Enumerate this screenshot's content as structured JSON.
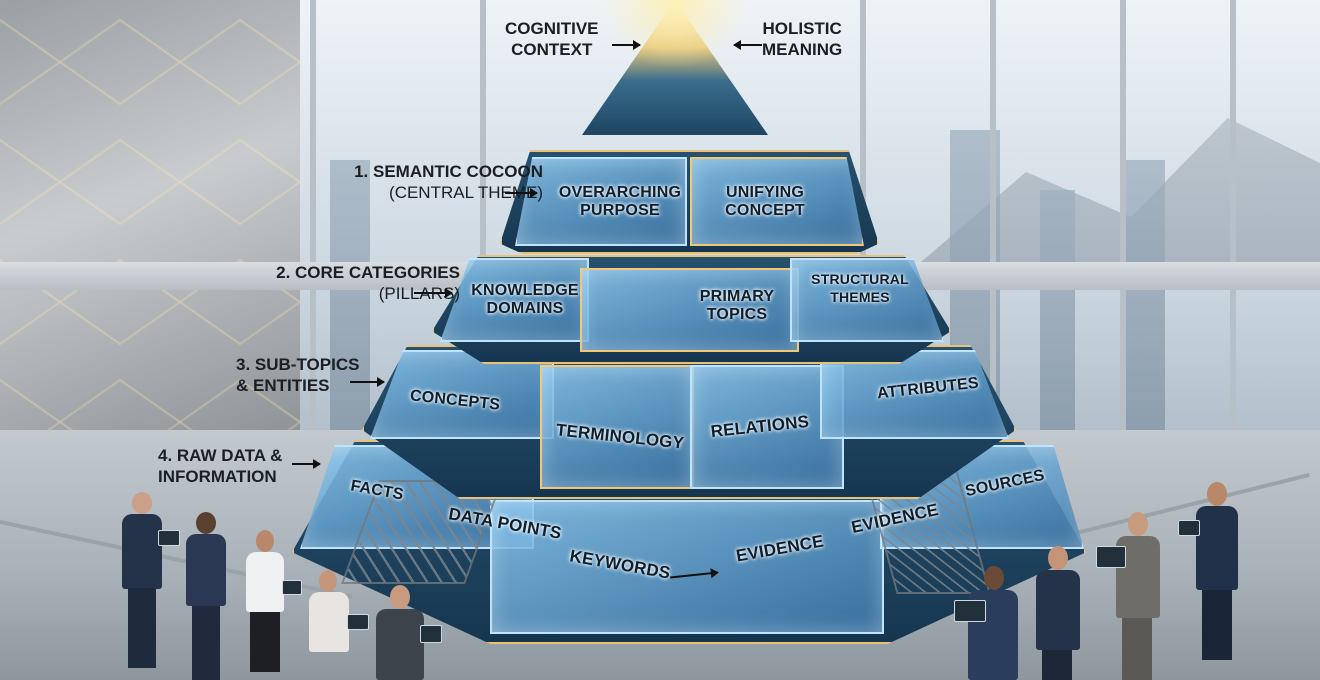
{
  "top_labels": {
    "left": [
      "COGNITIVE",
      "CONTEXT"
    ],
    "right": [
      "HOLISTIC",
      "MEANING"
    ]
  },
  "levels": [
    {
      "title": "1. SEMANTIC COCOON",
      "subtitle": "(CENTRAL THEME)"
    },
    {
      "title": "2. CORE CATEGORIES",
      "subtitle": "(PILLARS)"
    },
    {
      "title": "3. SUB-TOPICS",
      "subtitle": "& ENTITIES"
    },
    {
      "title": "4. RAW DATA &",
      "subtitle": "INFORMATION"
    }
  ],
  "tier1": {
    "left": [
      "OVERARCHING",
      "PURPOSE"
    ],
    "right": [
      "UNIFYING",
      "CONCEPT"
    ]
  },
  "tier2": {
    "left": [
      "KNOWLEDGE",
      "DOMAINS"
    ],
    "mid": [
      "PRIMARY",
      "TOPICS"
    ],
    "right": [
      "STRUCTURAL",
      "THEMES"
    ]
  },
  "tier3": {
    "a": "CONCEPTS",
    "b": "TERMINOLOGY",
    "c": "RELATIONS",
    "d": "ATTRIBUTES"
  },
  "tier4": {
    "a": "FACTS",
    "b": "DATA POINTS",
    "c": "KEYWORDS",
    "d": "EVIDENCE",
    "e": "EVIDENCE",
    "f": "SOURCES"
  },
  "colors": {
    "accent_gold": "#e9c27a",
    "glass_blue": "#8cc8f0",
    "text": "#0f1e2c"
  }
}
